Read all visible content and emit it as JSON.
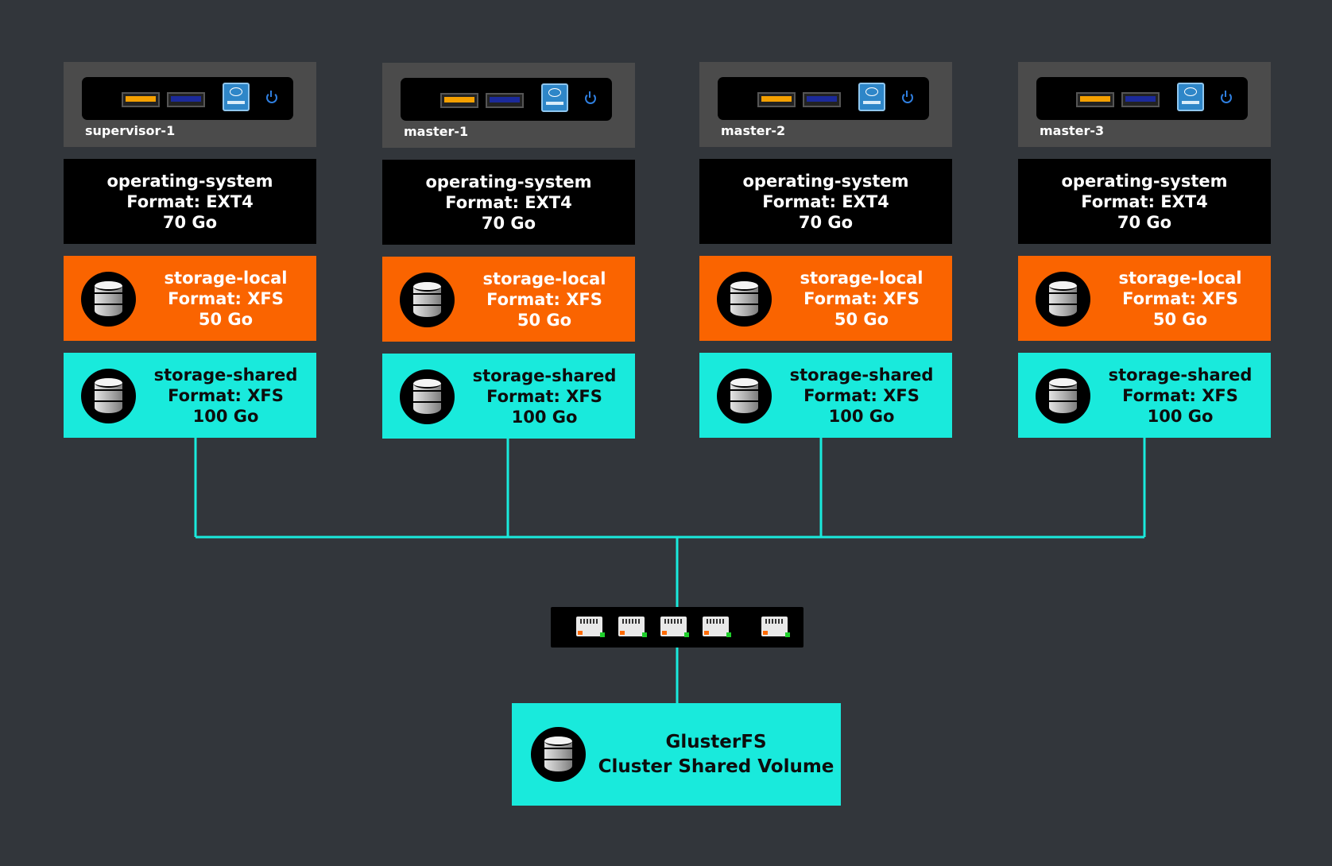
{
  "colors": {
    "background": "#32363b",
    "host": "#4b4b4b",
    "os": "#000000",
    "storage_local": "#fa6400",
    "storage_shared": "#19eadc",
    "link": "#19eadc"
  },
  "nodes": [
    {
      "name": "supervisor-1",
      "os": {
        "label": "operating-system",
        "format": "Format: EXT4",
        "size": "70 Go"
      },
      "local": {
        "label": "storage-local",
        "format": "Format: XFS",
        "size": "50 Go"
      },
      "shared": {
        "label": "storage-shared",
        "format": "Format: XFS",
        "size": "100 Go"
      }
    },
    {
      "name": "master-1",
      "os": {
        "label": "operating-system",
        "format": "Format: EXT4",
        "size": "70 Go"
      },
      "local": {
        "label": "storage-local",
        "format": "Format: XFS",
        "size": "50 Go"
      },
      "shared": {
        "label": "storage-shared",
        "format": "Format: XFS",
        "size": "100 Go"
      }
    },
    {
      "name": "master-2",
      "os": {
        "label": "operating-system",
        "format": "Format: EXT4",
        "size": "70 Go"
      },
      "local": {
        "label": "storage-local",
        "format": "Format: XFS",
        "size": "50 Go"
      },
      "shared": {
        "label": "storage-shared",
        "format": "Format: XFS",
        "size": "100 Go"
      }
    },
    {
      "name": "master-3",
      "os": {
        "label": "operating-system",
        "format": "Format: EXT4",
        "size": "70 Go"
      },
      "local": {
        "label": "storage-local",
        "format": "Format: XFS",
        "size": "50 Go"
      },
      "shared": {
        "label": "storage-shared",
        "format": "Format: XFS",
        "size": "100 Go"
      }
    }
  ],
  "network_switch": {
    "icon": "network-switch-icon",
    "port_icon": "ethernet-port-icon",
    "port_count": 5
  },
  "cluster": {
    "line1": "GlusterFS",
    "line2": "Cluster Shared Volume"
  },
  "icons": {
    "disk": "database-disk-icon",
    "cpu": "processor-badge-icon",
    "power": "power-icon"
  }
}
